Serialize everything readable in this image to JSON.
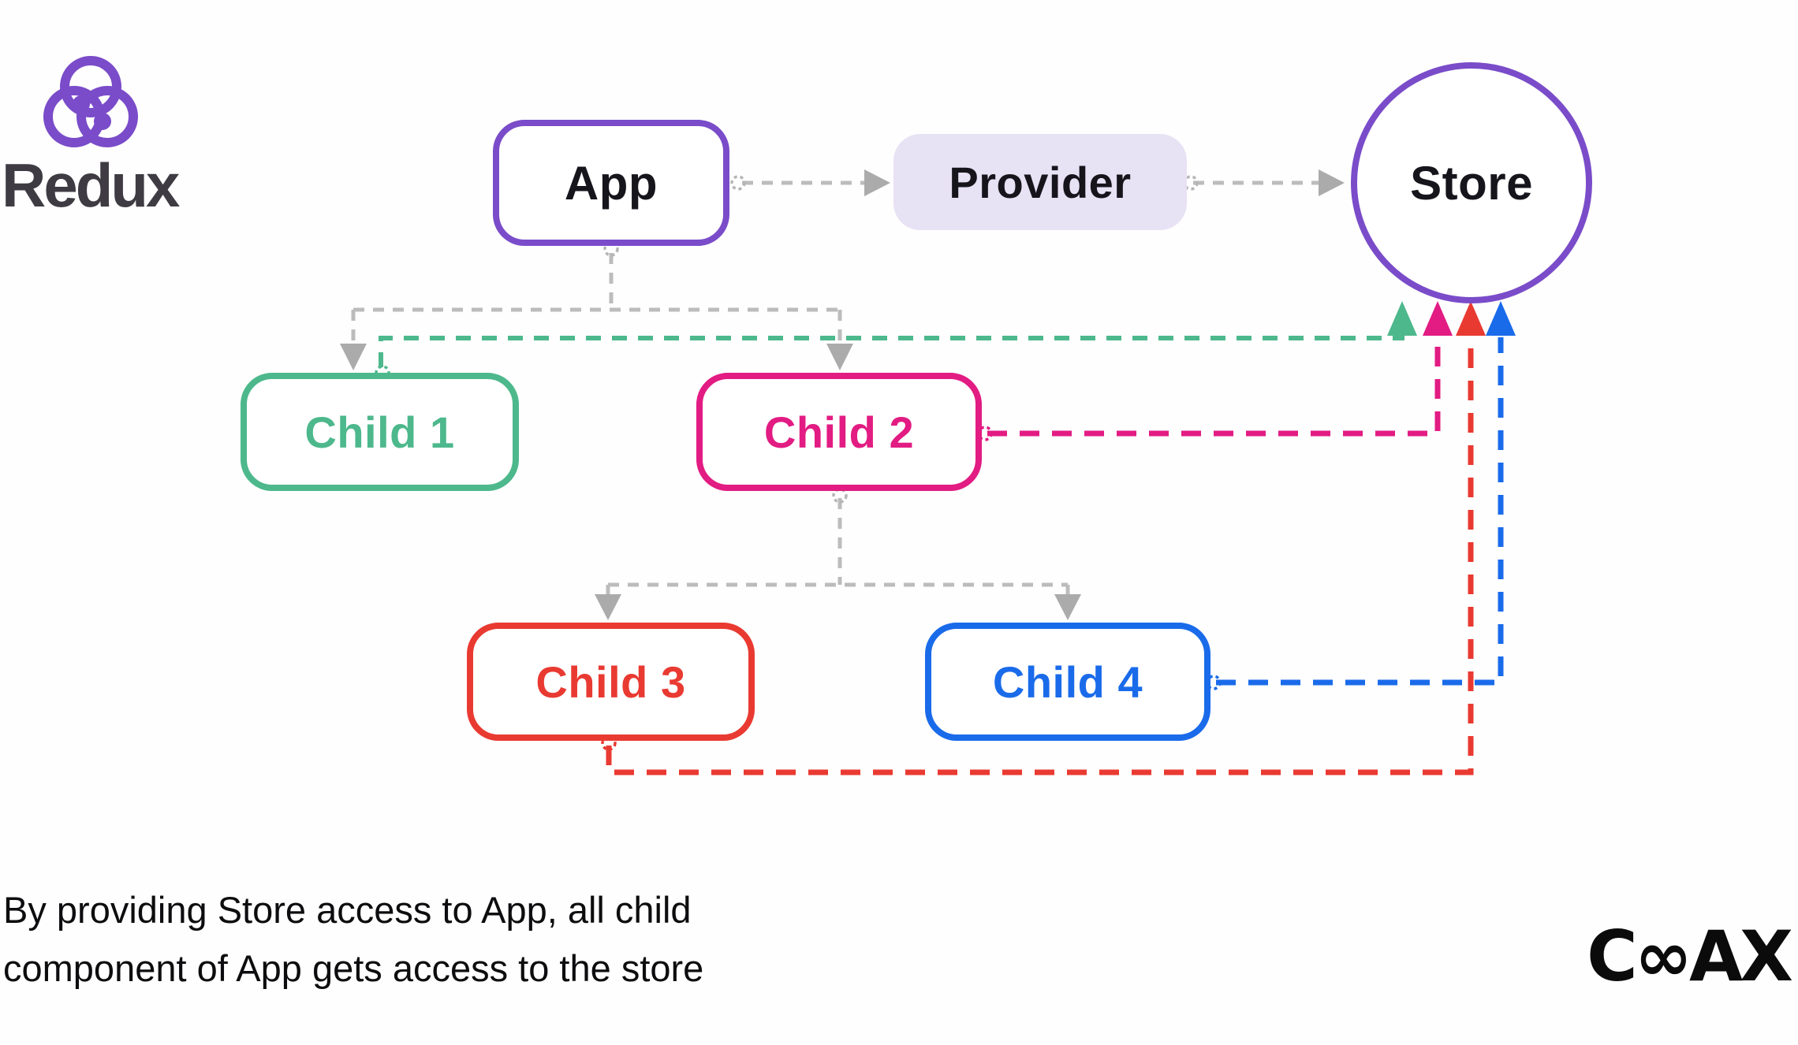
{
  "logo": {
    "name": "Redux",
    "wordmark": "Redux",
    "brand_color": "#7a4cc9",
    "wordmark_color": "#3e3b43"
  },
  "diagram": {
    "nodes": [
      {
        "id": "app",
        "label": "App",
        "shape": "rounded-rect",
        "border_color": "#7a4cc9",
        "fill": "#ffffff",
        "text_color": "#17151c"
      },
      {
        "id": "provider",
        "label": "Provider",
        "shape": "rounded-rect",
        "border_color": "none",
        "fill": "#e8e2f5",
        "text_color": "#17151c"
      },
      {
        "id": "store",
        "label": "Store",
        "shape": "circle",
        "border_color": "#7a4cc9",
        "fill": "#ffffff",
        "text_color": "#17151c"
      },
      {
        "id": "child1",
        "label": "Child 1",
        "shape": "rounded-rect",
        "border_color": "#4db88c",
        "fill": "#ffffff",
        "text_color": "#4db88c"
      },
      {
        "id": "child2",
        "label": "Child 2",
        "shape": "rounded-rect",
        "border_color": "#e21c83",
        "fill": "#ffffff",
        "text_color": "#e21c83"
      },
      {
        "id": "child3",
        "label": "Child 3",
        "shape": "rounded-rect",
        "border_color": "#e93a32",
        "fill": "#ffffff",
        "text_color": "#e93a32"
      },
      {
        "id": "child4",
        "label": "Child 4",
        "shape": "rounded-rect",
        "border_color": "#1a6bea",
        "fill": "#ffffff",
        "text_color": "#1a6bea"
      }
    ],
    "edges": [
      {
        "from": "App",
        "to": "Provider",
        "style": "dashed",
        "color": "#bcbcbc",
        "arrow_at": "Provider"
      },
      {
        "from": "Provider",
        "to": "Store",
        "style": "dashed",
        "color": "#bcbcbc",
        "arrow_at": "Store"
      },
      {
        "from": "App",
        "to": "Child 1",
        "style": "dashed",
        "color": "#bcbcbc",
        "arrow_at": "Child 1"
      },
      {
        "from": "App",
        "to": "Child 2",
        "style": "dashed",
        "color": "#bcbcbc",
        "arrow_at": "Child 2"
      },
      {
        "from": "Child 2",
        "to": "Child 3",
        "style": "dashed",
        "color": "#bcbcbc",
        "arrow_at": "Child 3"
      },
      {
        "from": "Child 2",
        "to": "Child 4",
        "style": "dashed",
        "color": "#bcbcbc",
        "arrow_at": "Child 4"
      },
      {
        "from": "Child 1",
        "to": "Store",
        "style": "dashed",
        "color": "#4db88c",
        "arrow_at": "Store"
      },
      {
        "from": "Child 2",
        "to": "Store",
        "style": "dashed",
        "color": "#e21c83",
        "arrow_at": "Store"
      },
      {
        "from": "Child 3",
        "to": "Store",
        "style": "dashed",
        "color": "#e93a32",
        "arrow_at": "Store"
      },
      {
        "from": "Child 4",
        "to": "Store",
        "style": "dashed",
        "color": "#1a6bea",
        "arrow_at": "Store"
      }
    ]
  },
  "caption": {
    "line1": "By providing Store access to App, all child",
    "line2": "component of App gets access to the store"
  },
  "footer": {
    "brand": "COAX",
    "brand_display": "C∞AX"
  }
}
